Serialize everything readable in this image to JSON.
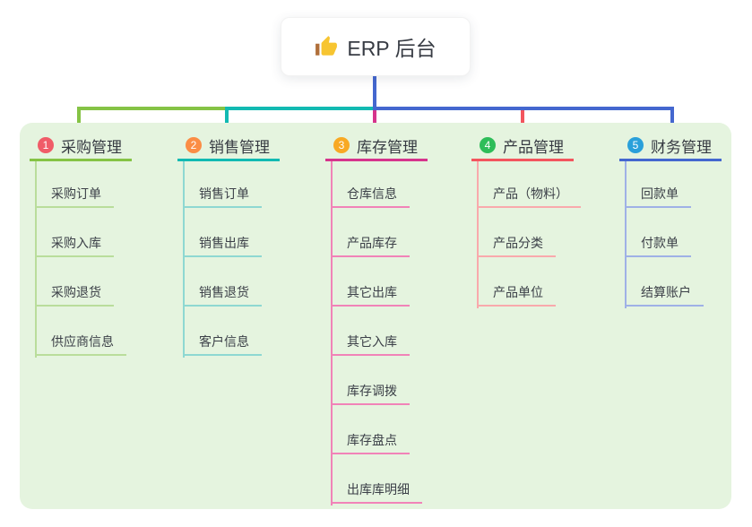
{
  "root": {
    "label": "ERP 后台",
    "icon": "thumbs-up-icon"
  },
  "panel_color": "#e5f4df",
  "branches": [
    {
      "number": "1",
      "title": "采购管理",
      "color": "#85c345",
      "light_color": "#b9dd9b",
      "badge_color": "#f05c68",
      "children": [
        "采购订单",
        "采购入库",
        "采购退货",
        "供应商信息"
      ]
    },
    {
      "number": "2",
      "title": "销售管理",
      "color": "#12bab2",
      "light_color": "#8ed8d2",
      "badge_color": "#fb8d45",
      "children": [
        "销售订单",
        "销售出库",
        "销售退货",
        "客户信息"
      ]
    },
    {
      "number": "3",
      "title": "库存管理",
      "color": "#d6348c",
      "light_color": "#f183b8",
      "badge_color": "#f8a924",
      "children": [
        "仓库信息",
        "产品库存",
        "其它出库",
        "其它入库",
        "库存调拨",
        "库存盘点",
        "出库库明细"
      ]
    },
    {
      "number": "4",
      "title": "产品管理",
      "color": "#f3555e",
      "light_color": "#f9a9ac",
      "badge_color": "#2ebd59",
      "children": [
        "产品（物料）",
        "产品分类",
        "产品单位"
      ]
    },
    {
      "number": "5",
      "title": "财务管理",
      "color": "#4467cf",
      "light_color": "#9fb1e6",
      "badge_color": "#2aa0da",
      "children": [
        "回款单",
        "付款单",
        "结算账户"
      ]
    }
  ]
}
